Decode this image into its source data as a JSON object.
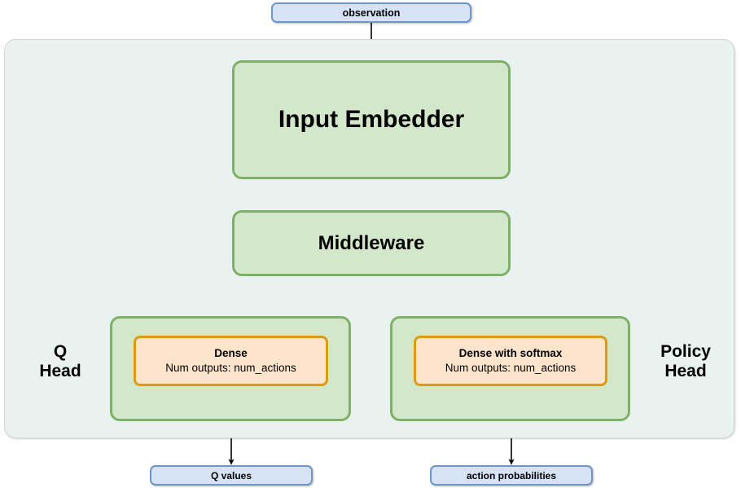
{
  "diagram": {
    "title_text_nodes": {
      "observation": "observation",
      "input_embedder": "Input Embedder",
      "middleware": "Middleware",
      "q_head_label": "Q\nHead",
      "q_head_label_line1": "Q",
      "q_head_label_line2": "Head",
      "policy_head_label_line1": "Policy",
      "policy_head_label_line2": "Head",
      "dense_title": "Dense",
      "dense_sub": "Num outputs: num_actions",
      "dense_softmax_title": "Dense with softmax",
      "dense_softmax_sub": "Num outputs: num_actions",
      "q_values": "Q values",
      "action_probabilities": "action probabilities"
    },
    "colors": {
      "panel_fill": "#eaf2ef",
      "panel_border": "#cfd6d4",
      "blue_fill": "#d6e3f7",
      "blue_border": "#6f95c9",
      "green_fill": "#d3e8cb",
      "green_border": "#7fb069",
      "orange_fill": "#fde4cb",
      "orange_border": "#dd9a12",
      "arrow": "#000000",
      "text": "#000000"
    },
    "edges": [
      {
        "id": "observation-to-input-embedder",
        "from": "observation",
        "to": "input_embedder"
      },
      {
        "id": "input-embedder-to-middleware",
        "from": "input_embedder",
        "to": "middleware"
      },
      {
        "id": "middleware-to-dense",
        "from": "middleware",
        "to": "dense"
      },
      {
        "id": "middleware-to-dense-softmax",
        "from": "middleware",
        "to": "dense_with_softmax"
      },
      {
        "id": "dense-to-q-values",
        "from": "dense",
        "to": "q_values"
      },
      {
        "id": "dense-softmax-to-action-probabilities",
        "from": "dense_with_softmax",
        "to": "action_probabilities"
      }
    ]
  }
}
